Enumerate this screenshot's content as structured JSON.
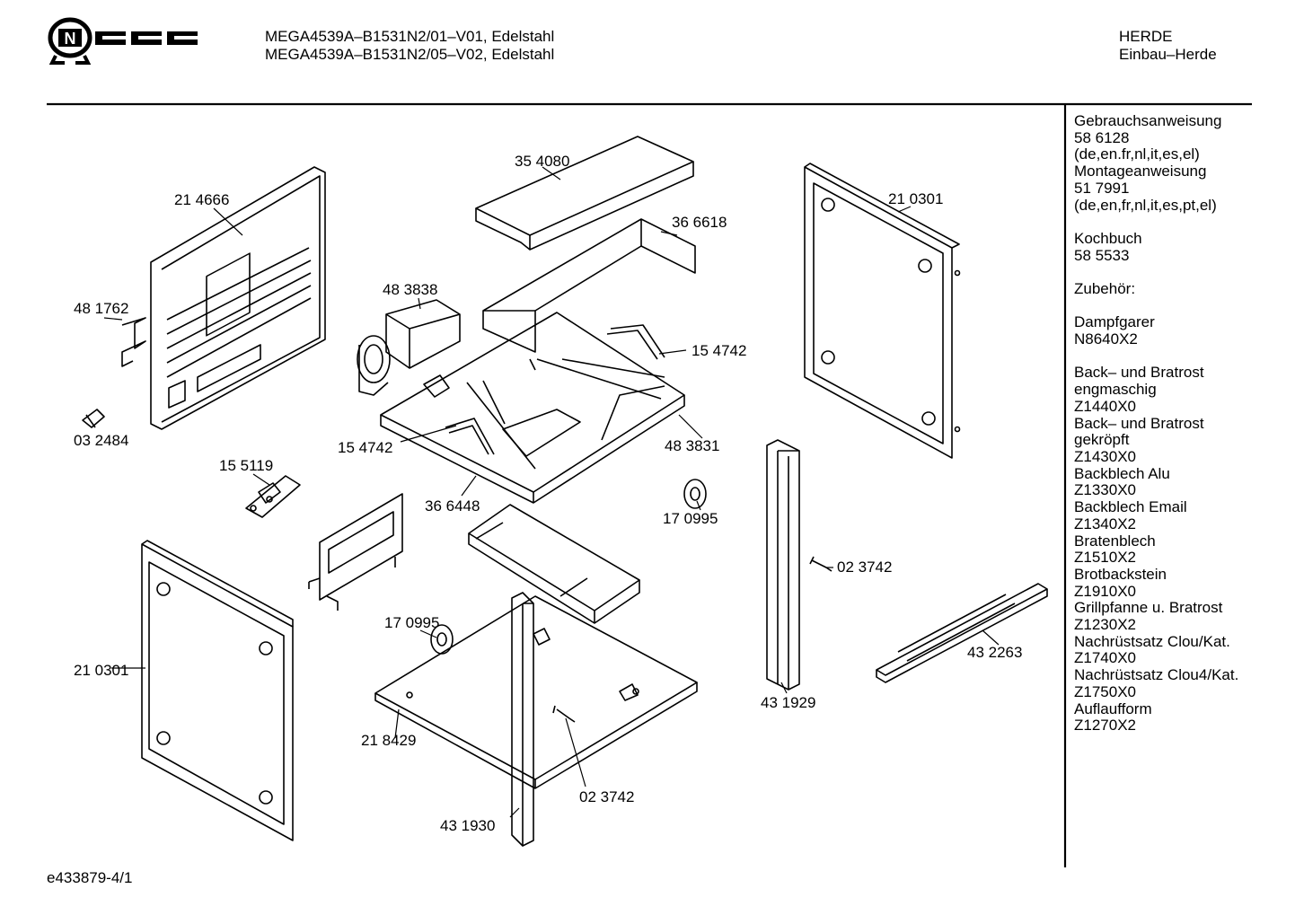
{
  "header": {
    "brand": "NEFF",
    "model_lines": [
      "MEGA4539A–B1531N2/01–V01, Edelstahl",
      "MEGA4539A–B1531N2/05–V02, Edelstahl"
    ],
    "category_lines": [
      "HERDE",
      "Einbau–Herde"
    ]
  },
  "footer": {
    "code": "e433879-4/1"
  },
  "sidebar": {
    "groups": [
      [
        "Gebrauchsanweisung",
        "58 6128",
        "(de,en.fr,nl,it,es,el)",
        "Montageanweisung",
        "51 7991",
        "(de,en,fr,nl,it,es,pt,el)"
      ],
      [
        "Kochbuch",
        "58 5533"
      ],
      [
        "Zubehör:"
      ],
      [
        "Dampfgarer",
        "N8640X2"
      ],
      [
        "Back– und Bratrost",
        "engmaschig",
        "Z1440X0",
        "Back– und Bratrost",
        "gekröpft",
        "Z1430X0",
        "Backblech Alu",
        "Z1330X0",
        "Backblech Email",
        "Z1340X2",
        "Bratenblech",
        "Z1510X2",
        "Brotbackstein",
        "Z1910X0",
        "Grillpfanne u. Bratrost",
        "Z1230X2",
        "Nachrüstsatz Clou/Kat.",
        "Z1740X0",
        "Nachrüstsatz Clou4/Kat.",
        "Z1750X0",
        "Auflaufform",
        "Z1270X2"
      ]
    ]
  },
  "parts": {
    "p354080": "35 4080",
    "p214666": "21 4666",
    "p366618": "36 6618",
    "p210301_right": "21 0301",
    "p483838": "48 3838",
    "p481762": "48 1762",
    "p154742_right": "15 4742",
    "p032484": "03 2484",
    "p154742_left": "15 4742",
    "p483831": "48 3831",
    "p155119": "15 5119",
    "p366448": "36 6448",
    "p170995_right": "17 0995",
    "p023742_right": "02 3742",
    "p170995_left": "17 0995",
    "p432263": "43 2263",
    "p210301_left": "21 0301",
    "p431929": "43 1929",
    "p218429": "21 8429",
    "p023742_bottom": "02 3742",
    "p431930": "43 1930"
  }
}
